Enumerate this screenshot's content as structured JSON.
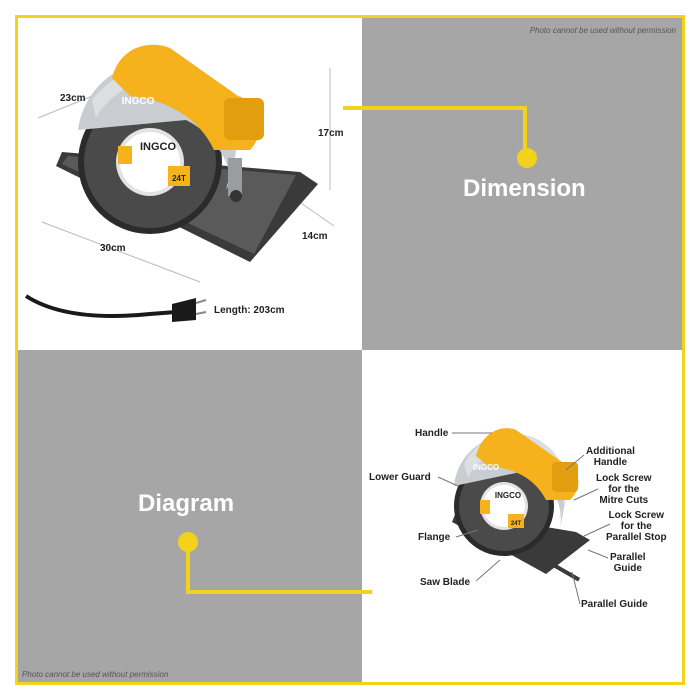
{
  "notices": {
    "top": "Photo cannot be used without permission",
    "bottom": "Photo cannot be used without permission"
  },
  "sections": {
    "dimension": "Dimension",
    "diagram": "Diagram"
  },
  "dimensions": {
    "depth": "23cm",
    "height": "17cm",
    "length": "30cm",
    "width": "14cm",
    "cable": "Length: 203cm"
  },
  "product": {
    "brand": "INGCO",
    "teeth": "24T"
  },
  "parts": {
    "handle": "Handle",
    "additional_handle_1": "Additional",
    "additional_handle_2": "Handle",
    "lower_guard": "Lower Guard",
    "mitre_1": "Lock Screw",
    "mitre_2": "for the",
    "mitre_3": "Mitre Cuts",
    "parallel_stop_1": "Lock Screw",
    "parallel_stop_2": "for the",
    "parallel_stop_3": "Parallel Stop",
    "flange": "Flange",
    "parallel_guide_1": "Parallel",
    "parallel_guide_2": "Guide",
    "saw_blade": "Saw Blade",
    "parallel_guide_full": "Parallel Guide"
  },
  "colors": {
    "accent_yellow": "#f2d21b",
    "panel_gray": "#a6a6a6",
    "tool_yellow": "#f5b21c",
    "tool_silver": "#c9ccd0",
    "blade_dark": "#2b2b2b"
  }
}
